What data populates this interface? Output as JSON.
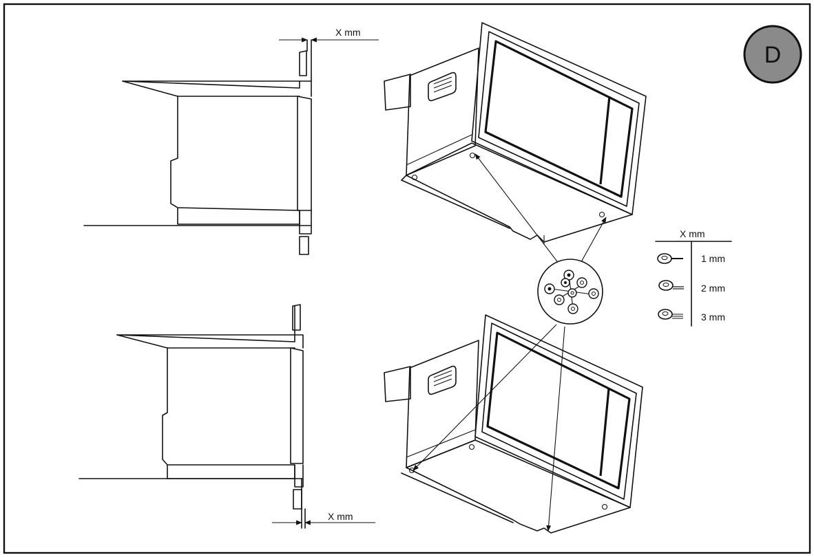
{
  "diagram": {
    "badge_letter": "D",
    "top_dimension_label": "X mm",
    "bottom_dimension_label": "X mm",
    "legend": {
      "header": "X mm",
      "rows": [
        {
          "label": "1 mm",
          "spacer_icon": "spacer-1mm-icon"
        },
        {
          "label": "2 mm",
          "spacer_icon": "spacer-2mm-icon"
        },
        {
          "label": "3 mm",
          "spacer_icon": "spacer-3mm-icon"
        }
      ]
    },
    "colors": {
      "badge_fill": "#8a8a8a",
      "line": "#111111",
      "background": "#ffffff"
    }
  }
}
